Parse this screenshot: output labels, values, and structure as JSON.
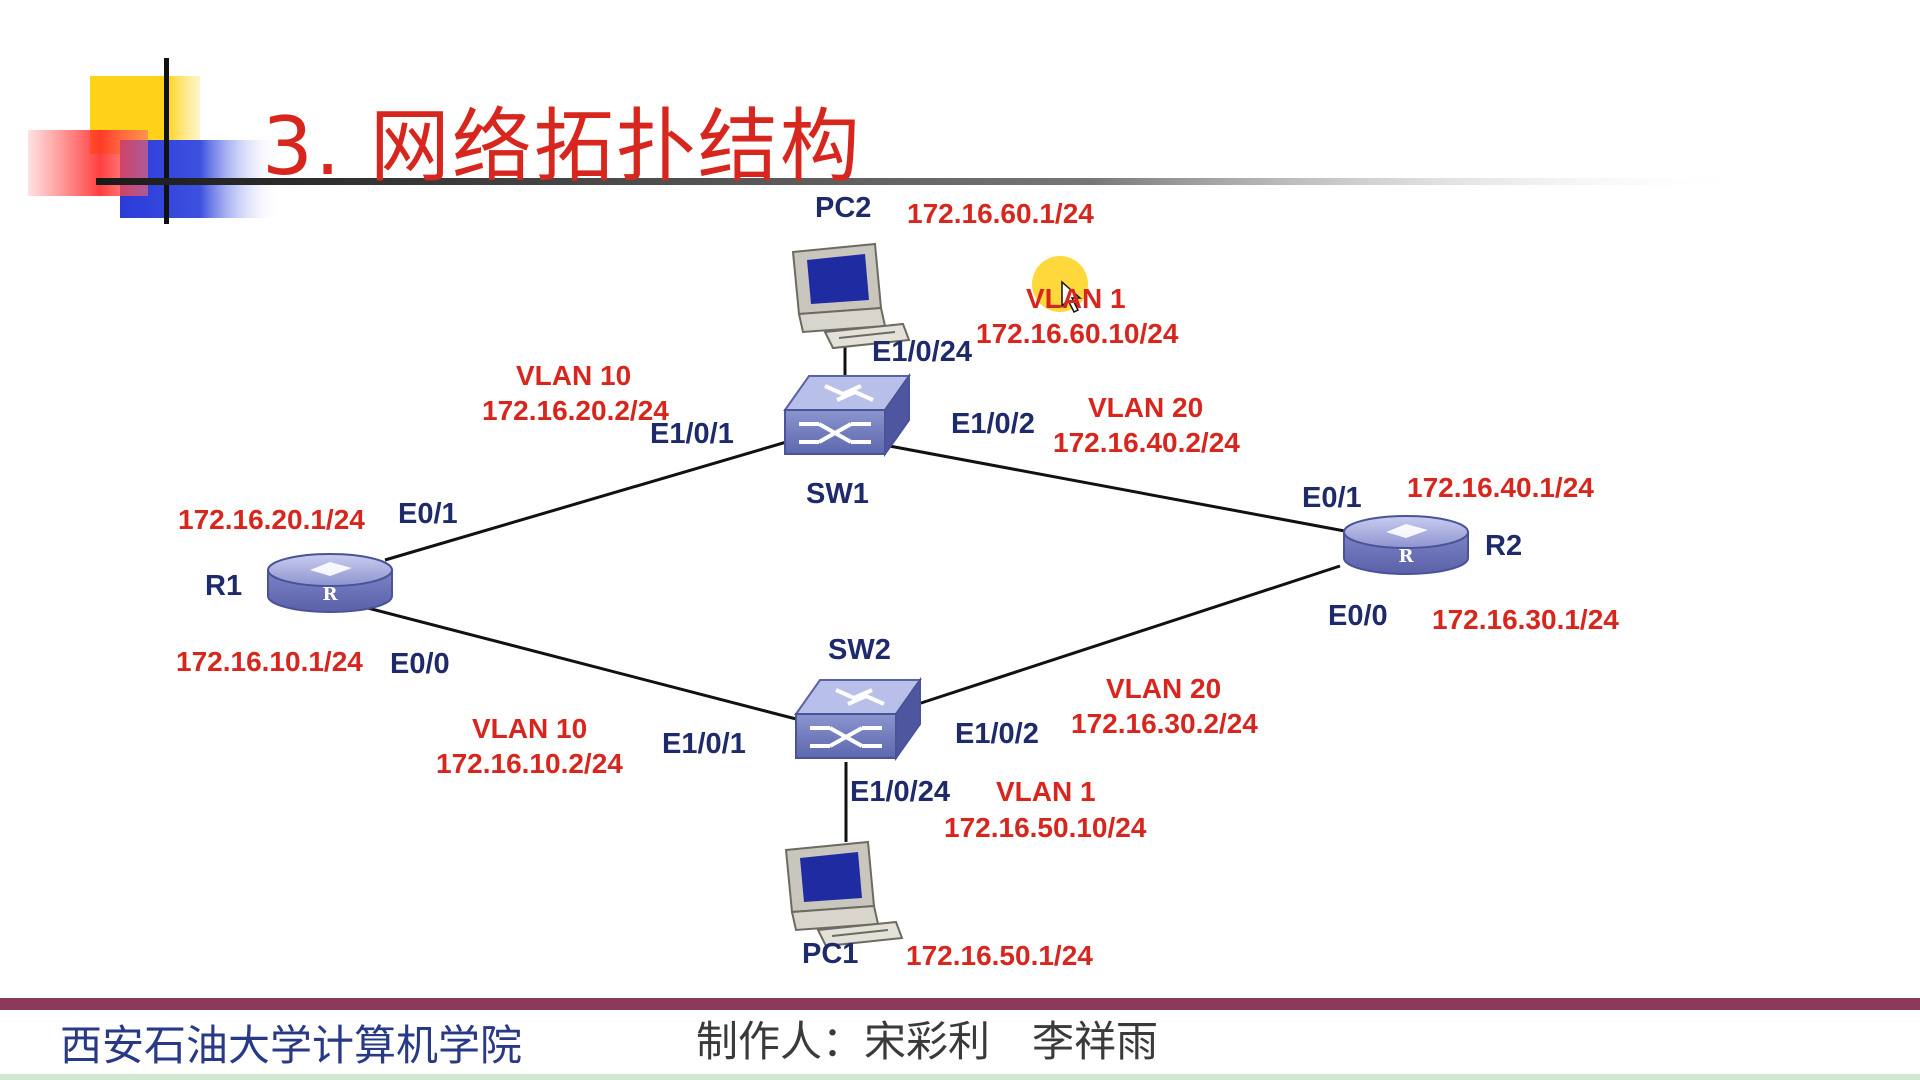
{
  "slide": {
    "title": "3. 网络拓扑结构",
    "footer": {
      "institution": "西安石油大学计算机学院",
      "authors": "制作人：宋彩利　李祥雨"
    }
  },
  "colors": {
    "accent_red": "#d7261e",
    "label_blue": "#1f2a6b",
    "footer_bar": "#8c3a5a"
  },
  "diagram": {
    "devices": {
      "pc2": "PC2",
      "pc1": "PC1",
      "sw1": "SW1",
      "sw2": "SW2",
      "r1": "R1",
      "r2": "R2"
    },
    "labels": {
      "pc2_ip": "172.16.60.1/24",
      "pc1_ip": "172.16.50.1/24",
      "sw1_vlan1": "VLAN 1",
      "sw1_vlan1_ip": "172.16.60.10/24",
      "sw1_port_pc": "E1/0/24",
      "sw1_vlan10": "VLAN 10",
      "sw1_vlan10_ip": "172.16.20.2/24",
      "sw1_port_r1": "E1/0/1",
      "sw1_port_r2": "E1/0/2",
      "sw1_vlan20": "VLAN 20",
      "sw1_vlan20_ip": "172.16.40.2/24",
      "r1_e01_ip": "172.16.20.1/24",
      "r1_e01": "E0/1",
      "r1_e00_ip": "172.16.10.1/24",
      "r1_e00": "E0/0",
      "r2_e01": "E0/1",
      "r2_e01_ip": "172.16.40.1/24",
      "r2_e00": "E0/0",
      "r2_e00_ip": "172.16.30.1/24",
      "sw2_vlan10": "VLAN 10",
      "sw2_vlan10_ip": "172.16.10.2/24",
      "sw2_port_r1": "E1/0/1",
      "sw2_port_r2": "E1/0/2",
      "sw2_vlan20": "VLAN 20",
      "sw2_vlan20_ip": "172.16.30.2/24",
      "sw2_port_pc": "E1/0/24",
      "sw2_vlan1": "VLAN 1",
      "sw2_vlan1_ip": "172.16.50.10/24"
    }
  }
}
